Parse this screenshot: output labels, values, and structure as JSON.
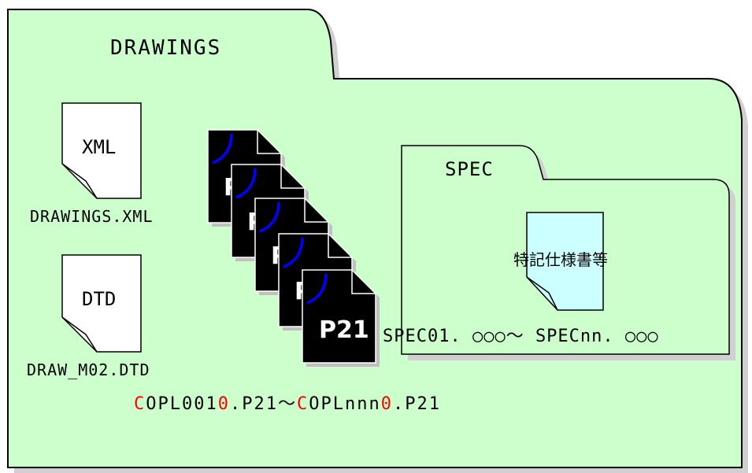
{
  "drawings_folder": {
    "title": "DRAWINGS",
    "xml_file": {
      "type": "XML",
      "name": "DRAWINGS.XML"
    },
    "dtd_file": {
      "type": "DTD",
      "name": "DRAW_M02.DTD"
    },
    "p21_label": "P21",
    "p21_range": {
      "c1": "C",
      "part1": "OPL001",
      "z1": "0",
      "ext1": ".P21",
      "tilde": "～",
      "c2": "C",
      "part2": "OPLnnn",
      "z2": "0",
      "ext2": ".P21"
    }
  },
  "spec_folder": {
    "title": "SPEC",
    "document_label": "特記仕様書等",
    "range": "SPEC01. ○○○～ SPECnn. ○○○"
  },
  "colors": {
    "folder_fill": "#ccffcc",
    "spec_doc_fill": "#ccffff",
    "p21_fill": "#000000",
    "curve": "#0000ff",
    "highlight": "#ff0000"
  }
}
